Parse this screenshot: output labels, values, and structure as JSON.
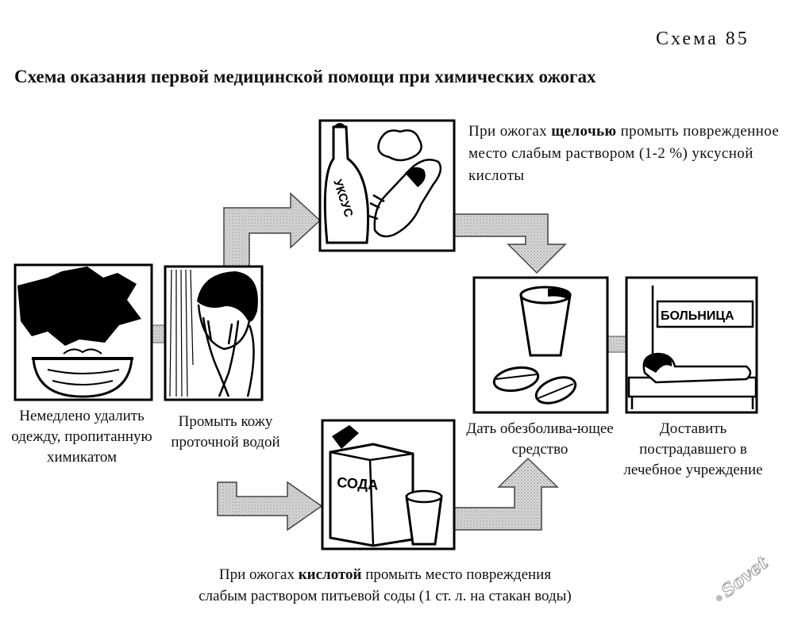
{
  "header": {
    "scheme_number": "Схема 85",
    "title": "Схема оказания первой медицинской помощи при химических ожогах"
  },
  "steps": {
    "remove_clothes": "Немедлено удалить одежду, пропитанную химикатом",
    "rinse_skin": "Промыть кожу проточной водой",
    "painkiller": "Дать обезболива-ющее средство",
    "deliver": "Доставить пострадавшего в лечебное учреждение"
  },
  "alkali": {
    "before": "При ожогах ",
    "bold": "щелочью",
    "after": " промыть поврежденное место слабым раствором (1-2 %) уксусной кислоты"
  },
  "acid": {
    "before": "При ожогах ",
    "bold": "кислотой",
    "after": " промыть место повреждения слабым раствором питьевой соды (1 ст. л. на стакан воды)"
  },
  "labels": {
    "vinegar_bottle": "УКСУС",
    "soda_box": "СОДА",
    "hospital_sign": "БОЛЬНИЦА"
  },
  "watermark": "Sovet"
}
